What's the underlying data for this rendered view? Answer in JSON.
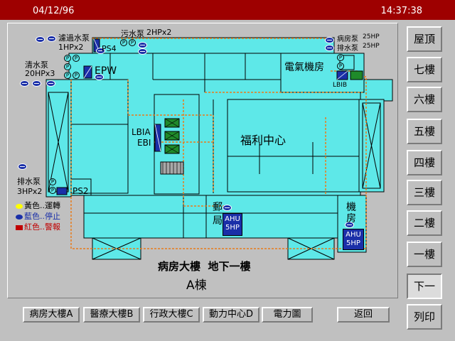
{
  "header": {
    "date": "04/12/96",
    "time": "14:37:38"
  },
  "floors": [
    {
      "label": "屋頂",
      "active": false
    },
    {
      "label": "七樓",
      "active": false
    },
    {
      "label": "六樓",
      "active": false
    },
    {
      "label": "五樓",
      "active": false
    },
    {
      "label": "四樓",
      "active": false
    },
    {
      "label": "三樓",
      "active": false
    },
    {
      "label": "二樓",
      "active": false
    },
    {
      "label": "一樓",
      "active": false
    },
    {
      "label": "下一",
      "active": true
    },
    {
      "label": "列印",
      "active": false
    }
  ],
  "nav": {
    "building_a": "病房大樓A",
    "building_b": "醫療大樓B",
    "building_c": "行政大樓C",
    "building_d": "動力中心D",
    "power": "電力圖",
    "back": "返回"
  },
  "plan": {
    "title": "病房大樓  地下一樓",
    "subtitle": "A棟",
    "labels": {
      "drain_pump_top": "濾過水泵",
      "drain_pump_top_spec": "1HPx2",
      "sewage_pump": "污水泵",
      "sewage_pump_spec": "2HPx2",
      "ps4": "PS4",
      "clean_pump": "清水泵",
      "clean_pump_spec": "20HPx3",
      "epw": "EPW",
      "ward_pump": "病房泵",
      "ward_pump_spec": "25HP",
      "discharge_pump": "排水泵",
      "discharge_pump_spec": "25HP",
      "electrical_room": "電氣機房",
      "lbib": "LBIB",
      "lbia": "LBIA",
      "ebi": "EBI",
      "welfare_center": "福利中心",
      "drain_pump_left": "排水泵",
      "drain_pump_left_spec": "3HPx2",
      "ps2": "PS2",
      "post_office_1": "郵",
      "post_office_2": "局",
      "machine_room_1": "機",
      "machine_room_2": "房",
      "ahu_left_1": "AHU",
      "ahu_left_2": "5HP",
      "ahu_right_1": "AHU",
      "ahu_right_2": "5HP"
    },
    "legend": {
      "running": "黃色..運轉",
      "stopped": "藍色..停止",
      "alarm": "紅色..警報"
    },
    "colors": {
      "floor": "#5ee8e8",
      "wall": "#000000",
      "duct": "#e87a1a",
      "running": "#ffff00",
      "stopped": "#1a2fa8",
      "alarm": "#c00000",
      "panel_green": "#1f8a2a"
    }
  }
}
